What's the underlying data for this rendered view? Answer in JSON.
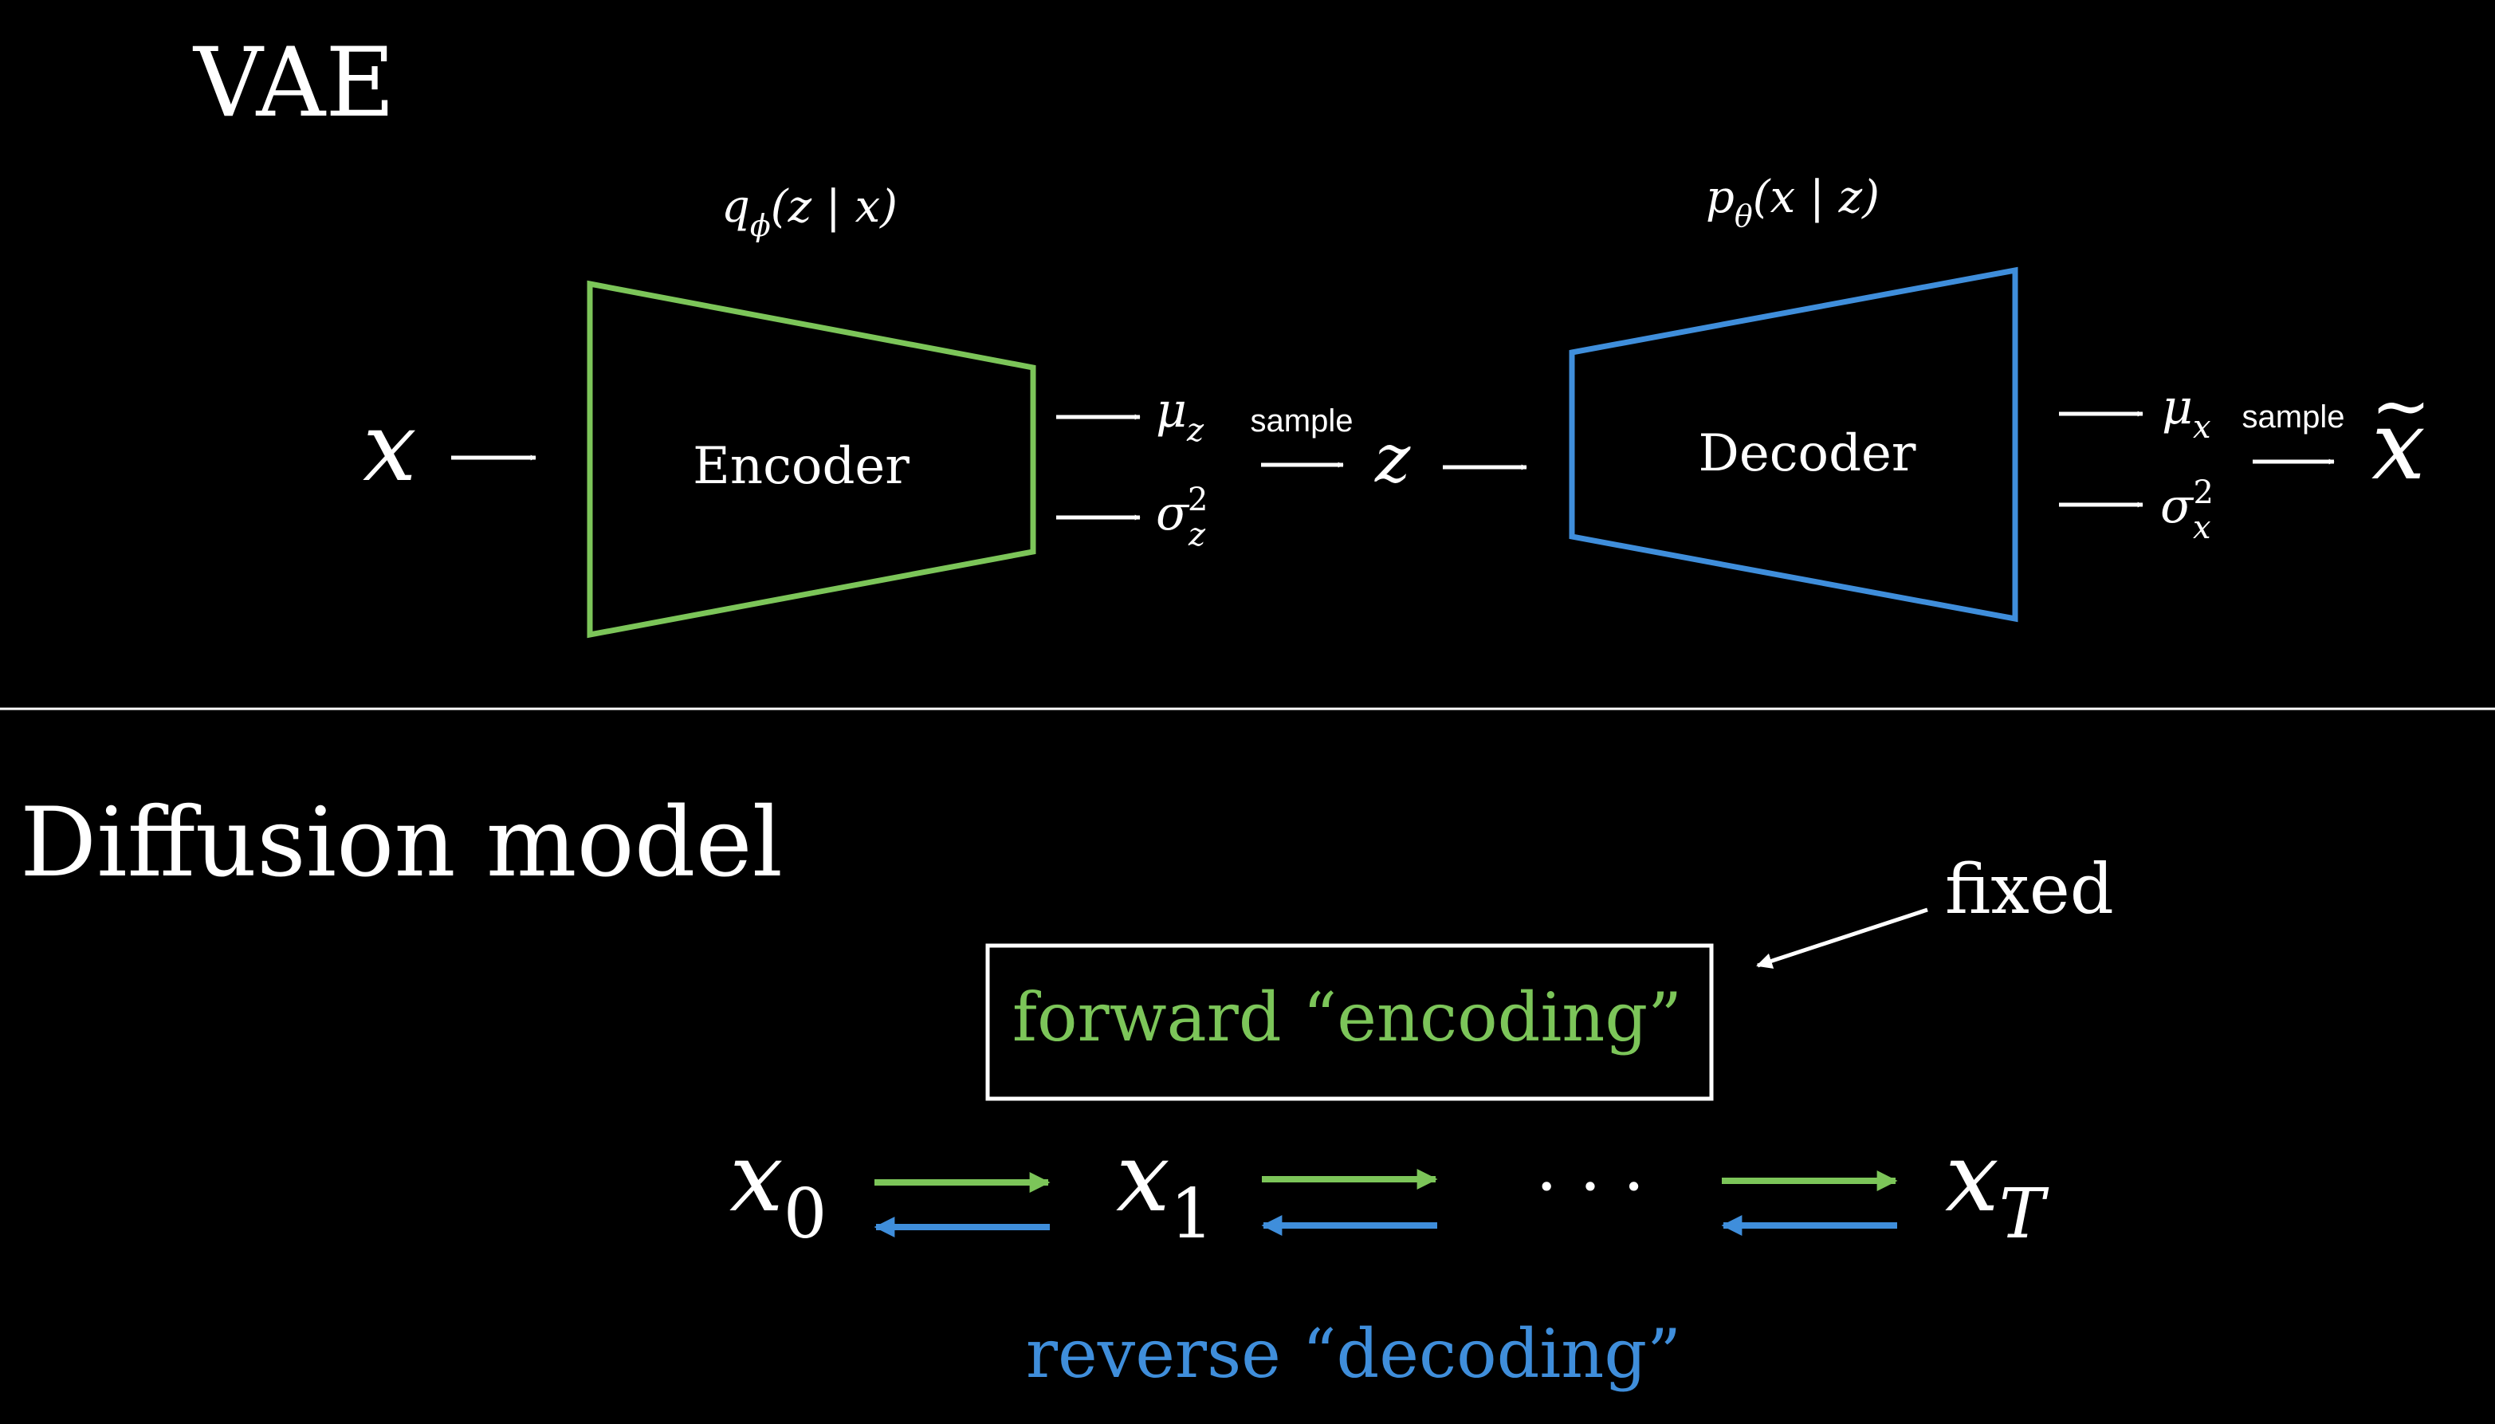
{
  "colors": {
    "background": "#000000",
    "foreground": "#ffffff",
    "encoder": "#7cc559",
    "decoder": "#3f8edb"
  },
  "vae": {
    "title": "VAE",
    "input": "x",
    "encoder": {
      "label": "Encoder",
      "dist": {
        "q": "q",
        "phi": "ϕ",
        "args": "(z | x)"
      },
      "mu": {
        "base": "μ",
        "sub": "z"
      },
      "sigma": {
        "base": "σ",
        "sub": "z",
        "sup": "2"
      }
    },
    "sample_label_1": "sample",
    "latent": "z",
    "decoder": {
      "label": "Decoder",
      "dist": {
        "p": "p",
        "theta": "θ",
        "args": "(x | z)"
      },
      "mu": {
        "base": "μ",
        "sub": "x"
      },
      "sigma": {
        "base": "σ",
        "sub": "x",
        "sup": "2"
      }
    },
    "sample_label_2": "sample",
    "output": {
      "base": "x",
      "accent": "~"
    }
  },
  "diffusion": {
    "title": "Diffusion model",
    "fixed_label": "fixed",
    "forward_label": "forward “encoding”",
    "reverse_label": "reverse “decoding”",
    "states": [
      {
        "base": "x",
        "sub": "0"
      },
      {
        "base": "x",
        "sub": "1"
      },
      {
        "base": "x",
        "sub": "T"
      }
    ],
    "ellipsis": "· · ·"
  }
}
